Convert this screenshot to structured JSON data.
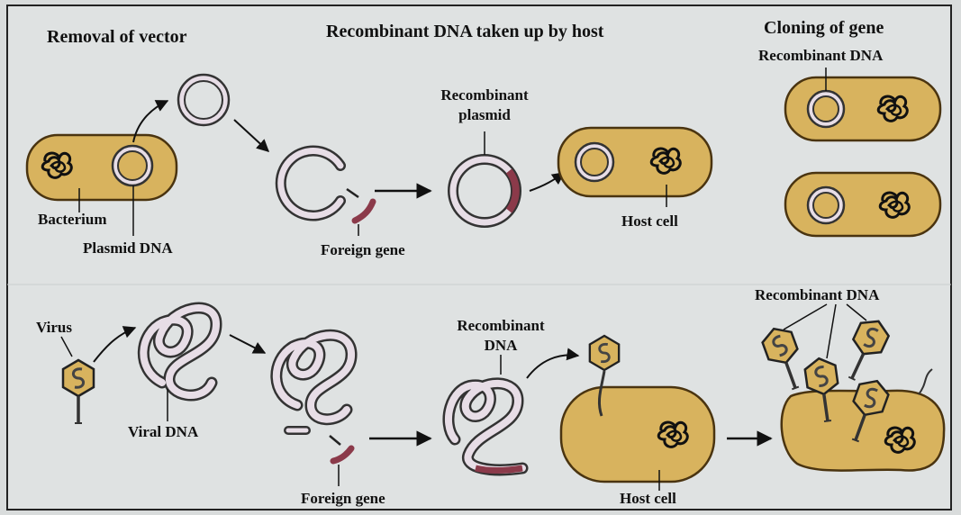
{
  "headings": {
    "removal": "Removal of vector",
    "uptake": "Recombinant DNA taken up by host",
    "cloning": "Cloning of gene"
  },
  "plasmid_pathway": {
    "bacterium": "Bacterium",
    "plasmid_dna": "Plasmid DNA",
    "recombinant_plasmid_1": "Recombinant",
    "recombinant_plasmid_2": "plasmid",
    "foreign_gene": "Foreign gene",
    "host_cell": "Host cell",
    "recombinant_dna": "Recombinant DNA"
  },
  "viral_pathway": {
    "virus": "Virus",
    "viral_dna": "Viral DNA",
    "recombinant_dna_1": "Recombinant",
    "recombinant_dna_2": "DNA",
    "foreign_gene": "Foreign gene",
    "host_cell": "Host cell",
    "recombinant_dna": "Recombinant DNA"
  },
  "colors": {
    "cell_fill": "#d8b35e",
    "cell_stroke": "#4a3410",
    "dna_fill": "#e7dde6",
    "foreign_gene": "#8b3a4a",
    "background": "#d9dcdc"
  }
}
